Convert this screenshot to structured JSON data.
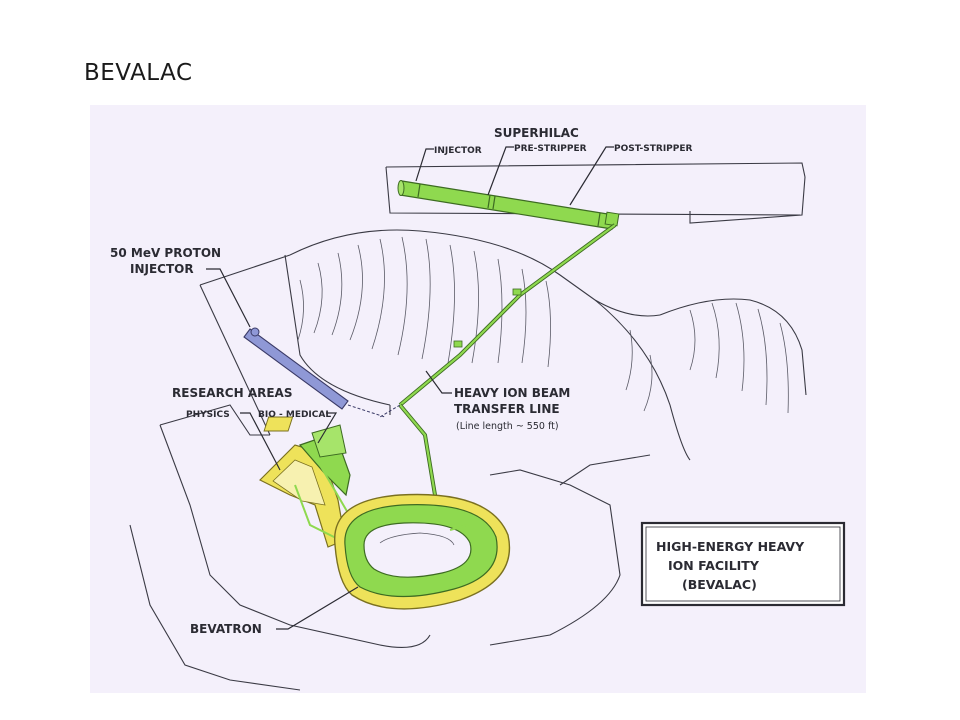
{
  "slide": {
    "title": "BEVALAC"
  },
  "diagram": {
    "background_color": "#f4f0fb",
    "accent_green": "#8fd94f",
    "accent_yellow": "#eee25a",
    "accent_blue": "#8f98d6",
    "labels": {
      "superhilac": "SUPERHILAC",
      "injector": "INJECTOR",
      "pre_stripper": "PRE-STRIPPER",
      "post_stripper": "POST-STRIPPER",
      "proton_injector_line1": "50 MeV  PROTON",
      "proton_injector_line2": "INJECTOR",
      "research_areas": "RESEARCH  AREAS",
      "physics": "PHYSICS",
      "bio_medical": "BIO - MEDICAL",
      "transfer_line_1": "HEAVY  ION  BEAM",
      "transfer_line_2": "TRANSFER  LINE",
      "transfer_line_note": "(Line length ~ 550 ft)",
      "bevatron": "BEVATRON"
    },
    "legend_box": {
      "line1": "HIGH-ENERGY  HEAVY",
      "line2": "ION  FACILITY",
      "line3": "(BEVALAC)"
    }
  }
}
